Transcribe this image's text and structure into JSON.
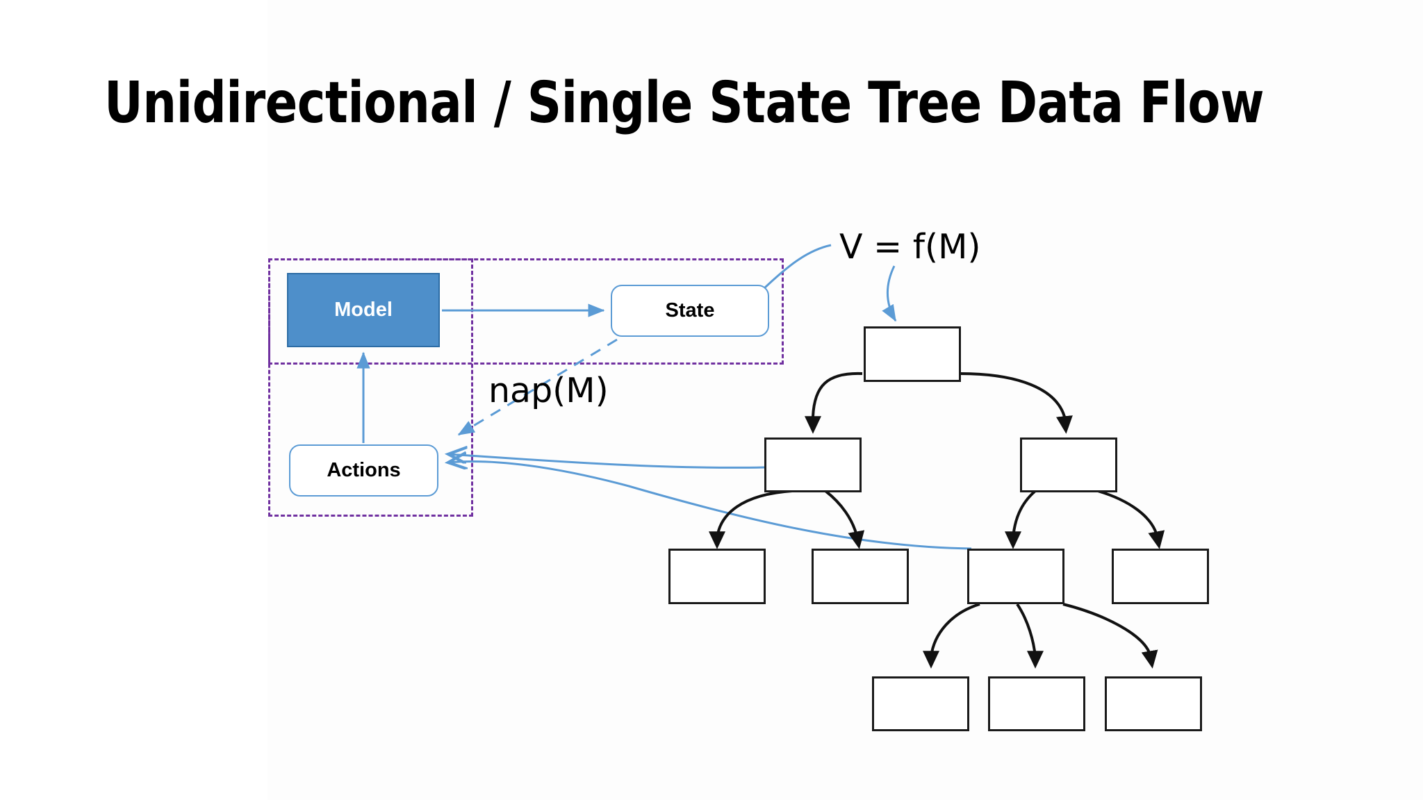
{
  "slide": {
    "title": "Unidirectional / Single State Tree Data Flow",
    "background_color": "#ffffff"
  },
  "colors": {
    "model_fill": "#4e8fca",
    "model_border": "#2c6ca5",
    "node_border_blue": "#5b9bd5",
    "group_frame_purple": "#7030a0",
    "tree_box_border": "#1a1a1a",
    "connector_blue": "#5b9bd5",
    "connector_black": "#000000",
    "text_dark": "#000000",
    "text_light": "#ffffff"
  },
  "flow_diagram": {
    "nodes": [
      {
        "id": "model",
        "label": "Model",
        "shape": "rectangle",
        "fill": "#4e8fca",
        "text_color": "#ffffff"
      },
      {
        "id": "state",
        "label": "State",
        "shape": "rounded-rectangle",
        "fill": "#ffffff",
        "text_color": "#000000"
      },
      {
        "id": "actions",
        "label": "Actions",
        "shape": "rounded-rectangle",
        "fill": "#ffffff",
        "text_color": "#000000"
      }
    ],
    "group_frames": [
      {
        "id": "frame-top",
        "style": "dashed",
        "color": "#7030a0"
      },
      {
        "id": "frame-left",
        "style": "dashed",
        "color": "#7030a0"
      }
    ],
    "annotations": [
      {
        "id": "v-equals-f-m",
        "text": "V = f(M)"
      },
      {
        "id": "nap-m",
        "text": "nap(M)"
      }
    ],
    "edges": [
      {
        "from": "model",
        "to": "state",
        "style": "solid",
        "color": "#5b9bd5"
      },
      {
        "from": "actions",
        "to": "model",
        "style": "solid",
        "color": "#5b9bd5"
      },
      {
        "from": "state",
        "to": "actions",
        "style": "dashed",
        "color": "#5b9bd5"
      },
      {
        "from": "tree-l2-left",
        "to": "actions",
        "style": "curved",
        "color": "#5b9bd5"
      },
      {
        "from": "tree-l3-c",
        "to": "actions",
        "style": "curved",
        "color": "#5b9bd5"
      },
      {
        "from": "v-equals-f-m",
        "to": "tree-root",
        "style": "curved-arrow",
        "color": "#5b9bd5"
      },
      {
        "from": "state",
        "to": "v-equals-f-m",
        "style": "curved",
        "color": "#5b9bd5"
      }
    ]
  },
  "state_tree": {
    "description": "Empty-node hierarchical state tree with four levels",
    "levels": [
      {
        "level": 1,
        "count": 1,
        "labels": [
          ""
        ]
      },
      {
        "level": 2,
        "count": 2,
        "labels": [
          "",
          ""
        ]
      },
      {
        "level": 3,
        "count": 4,
        "labels": [
          "",
          "",
          "",
          ""
        ]
      },
      {
        "level": 4,
        "count": 3,
        "labels": [
          "",
          "",
          ""
        ]
      }
    ],
    "total_nodes": 10,
    "edge_style": "curved arrow, black"
  }
}
